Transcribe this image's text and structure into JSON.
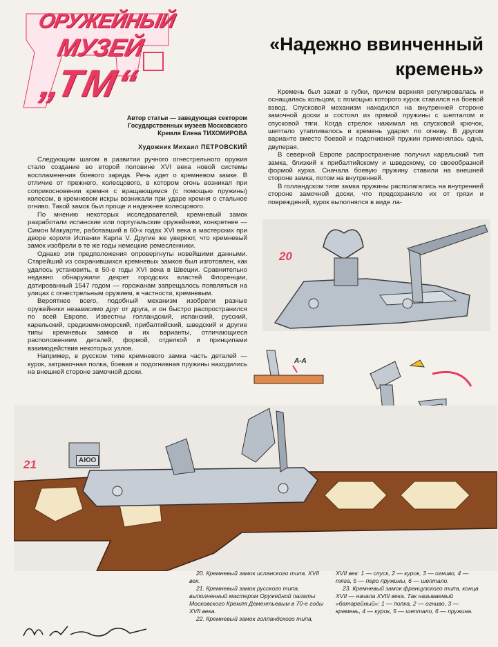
{
  "header": {
    "logo_lines": [
      "ОРУЖЕЙНЫЙ",
      "МУЗЕЙ",
      "„ТМ“"
    ],
    "title_line1": "«Надежно ввинченный",
    "title_line2": "кремень»"
  },
  "credits": {
    "author": "Автор статьи — заведующая сектором Государственных музеев Московского Кремля Елена ТИХОМИРОВА",
    "artist": "Художник Михаил ПЕТРОВСКИЙ"
  },
  "column1": [
    "Следующим шагом в развитии ручного огнестрельного оружия стало создание во второй половине XVI века новой системы воспламенения боевого заряда. Речь идет о кремневом замке. В отличие от прежнего, колесцового, в котором огонь возникал при соприкосновении кремня с вращающимся (с помощью пружины) колесом, в кремневом искры возникали при ударе кремня о стальное огниво. Такой замок был проще и надежнее колесцового.",
    "По мнению некоторых исследователей, кремневый замок разработали испанские или португальские оружейники, конкретнее — Симон Макуарте, работавший в 60-х годах XVI века в мастерских при дворе короля Испании Карла V. Другие же уверяют, что кремневый замок изобрели в те же годы немецкие ремесленники.",
    "Однако эти предположения опровергнуты новейшими данными. Старейший из сохранившихся кремневых замков был изготовлен, как удалось установить, в 50-е годы XVI века в Швеции. Сравнительно недавно обнаружили декрет городских властей Флоренции, датированный 1547 годом — горожанам запрещалось появляться на улицах с огнестрельным оружием, в частности, кремневым.",
    "Вероятнее всего, подобный механизм изобрели разные оружейники независимо друг от друга, и он быстро распространился по всей Европе. Известны голландский, испанский, русский, карельский, средиземноморский, прибалтийский, шведский и другие типы кремневых замков и их варианты, отличающиеся расположением деталей, формой, отделкой и принципами взаимодействия некоторых узлов.",
    "Например, в русском типе кремневого замка часть деталей — курок, затравочная полка, боевая и подогнивная пружины находились на внешней стороне замочной доски."
  ],
  "column2": [
    "Кремень был зажат в губки, причем верхняя регулировалась и оснащалась кольцом, с помощью которого курок ставился на боевой взвод. Спусковой механизм находился на внутренней стороне замочной доски и состоял из прямой пружины с шепталом и спусковой тяги. Когда стрелок нажимал на спусковой крючок, шептало утапливалось и кремень ударял по огниву. В другом варианте вместо боевой и подогнивной пружин применялась одна, двуперая.",
    "В северной Европе распространение получил карельский тип замка, близкий к прибалтийскому и шведскому, со своеобразной формой курка. Сначала боевую пружину ставили на внешней стороне замка, потом на внутренней.",
    "В голландском типе замка пружины располагались на внутренней стороне замочной доски, что предохраняло их от грязи и повреждений, курок выполнялся в виде ла-"
  ],
  "figures": {
    "fig20": "20",
    "fig21": "21",
    "section_mark": "А-А",
    "mark_a": "А",
    "stamp": "АЮО"
  },
  "captions": {
    "c20": "20. Кремневый замок испанского типа. XVII век.",
    "c21": "21. Кремневый замок русского типа, выполненный мастером Оружейной палаты Московского Кремля Дементьевым в 70-е годы XVII века.",
    "c22": "22. Кремневый замок голландского типа,",
    "c22_cont": "XVII век: 1 — спуск, 2 — курок, 3 — огниво, 4 — тяга, 5 — перо пружины, 6 — шептало.",
    "c23": "23. Кремневый замок французского типа, конца XVII — начала XVIII века. Так называемый «батарейный»: 1 — полка, 2 — огниво, 3 — кремень, 4 — курок, 5 — шептало, 6 — пружина."
  },
  "colors": {
    "accent_pink": "#e83a61",
    "label_red": "#e2415a",
    "wood": "#8a4a22",
    "steel": "#8f9aa6"
  }
}
